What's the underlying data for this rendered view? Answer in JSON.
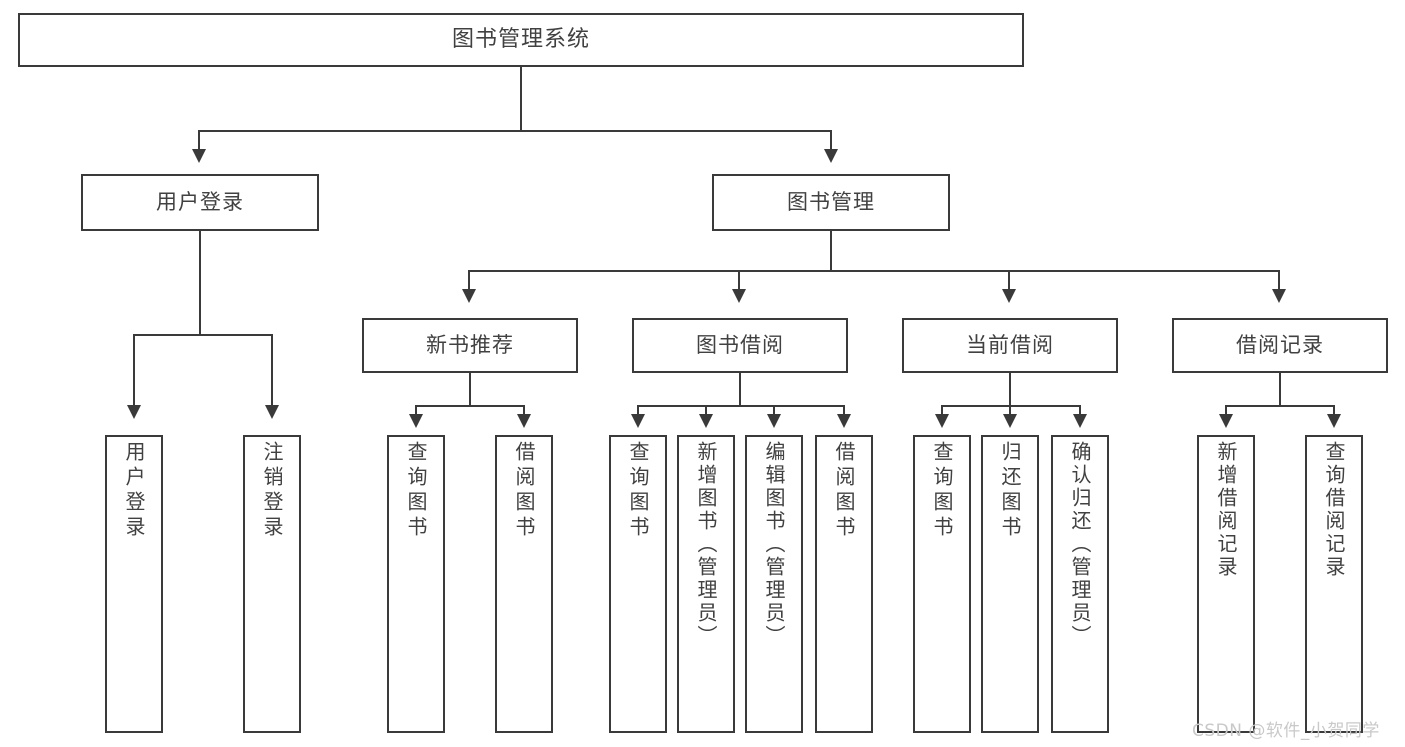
{
  "diagram": {
    "type": "tree",
    "title": "图书管理系统",
    "watermark": "CSDN @软件_小贺同学",
    "colors": {
      "box_border": "#3a3a3a",
      "box_fill": "#ffffff",
      "text": "#414141",
      "connector": "#3a3a3a",
      "watermark": "#c9c9c9",
      "background": "#ffffff"
    },
    "root": {
      "label": "图书管理系统"
    },
    "level2": [
      {
        "label": "用户登录"
      },
      {
        "label": "图书管理"
      }
    ],
    "level3": [
      {
        "label": "新书推荐"
      },
      {
        "label": "图书借阅"
      },
      {
        "label": "当前借阅"
      },
      {
        "label": "借阅记录"
      }
    ],
    "leaves": {
      "user_login": [
        {
          "label": "用户登录"
        },
        {
          "label": "注销登录"
        }
      ],
      "new_book": [
        {
          "label": "查询图书"
        },
        {
          "label": "借阅图书"
        }
      ],
      "borrow_book": [
        {
          "label": "查询图书"
        },
        {
          "label": "新增图书（管理员）"
        },
        {
          "label": "编辑图书（管理员）"
        },
        {
          "label": "借阅图书"
        }
      ],
      "current_borrow": [
        {
          "label": "查询图书"
        },
        {
          "label": "归还图书"
        },
        {
          "label": "确认归还（管理员）"
        }
      ],
      "borrow_record": [
        {
          "label": "新增借阅记录"
        },
        {
          "label": "查询借阅记录"
        }
      ]
    }
  }
}
